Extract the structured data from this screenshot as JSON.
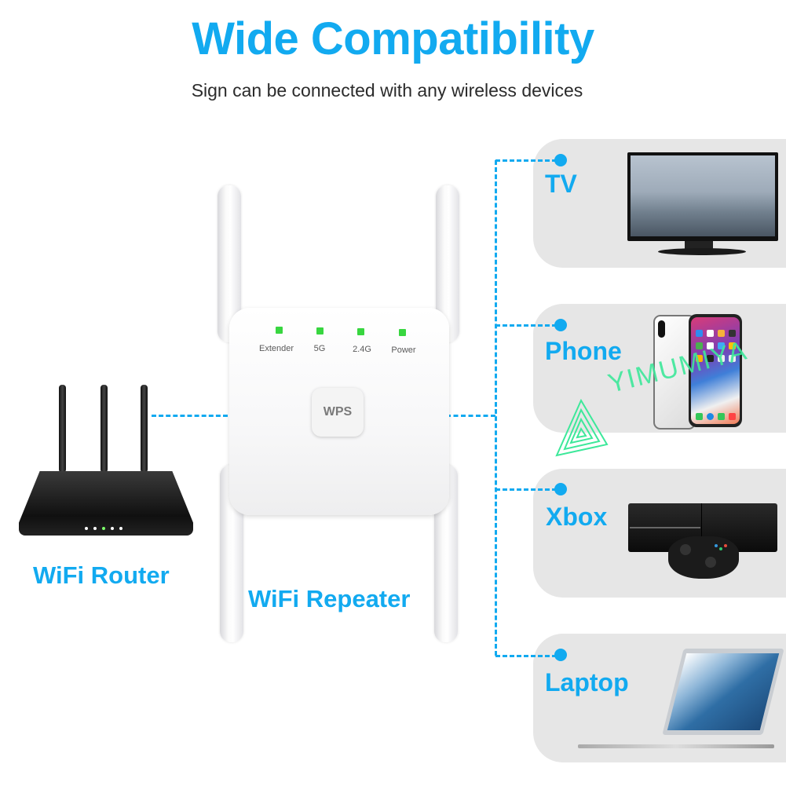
{
  "header": {
    "title": "Wide Compatibility",
    "subtitle": "Sign can be connected with any wireless devices"
  },
  "colors": {
    "accent": "#12aaf0",
    "panel_bg": "#e6e6e6",
    "led_green": "#38d640",
    "watermark": "#3de89a"
  },
  "router": {
    "label": "WiFi Router",
    "icon": "router-icon"
  },
  "repeater": {
    "label": "WiFi Repeater",
    "indicators": [
      {
        "label": "Extender"
      },
      {
        "label": "5G"
      },
      {
        "label": "2.4G"
      },
      {
        "label": "Power"
      }
    ],
    "wps_label": "WPS"
  },
  "devices": [
    {
      "label": "TV",
      "icon": "tv-icon"
    },
    {
      "label": "Phone",
      "icon": "phone-icon"
    },
    {
      "label": "Xbox",
      "icon": "xbox-icon"
    },
    {
      "label": "Laptop",
      "icon": "laptop-icon"
    }
  ],
  "watermark": {
    "text": "YIMUMIYA"
  }
}
